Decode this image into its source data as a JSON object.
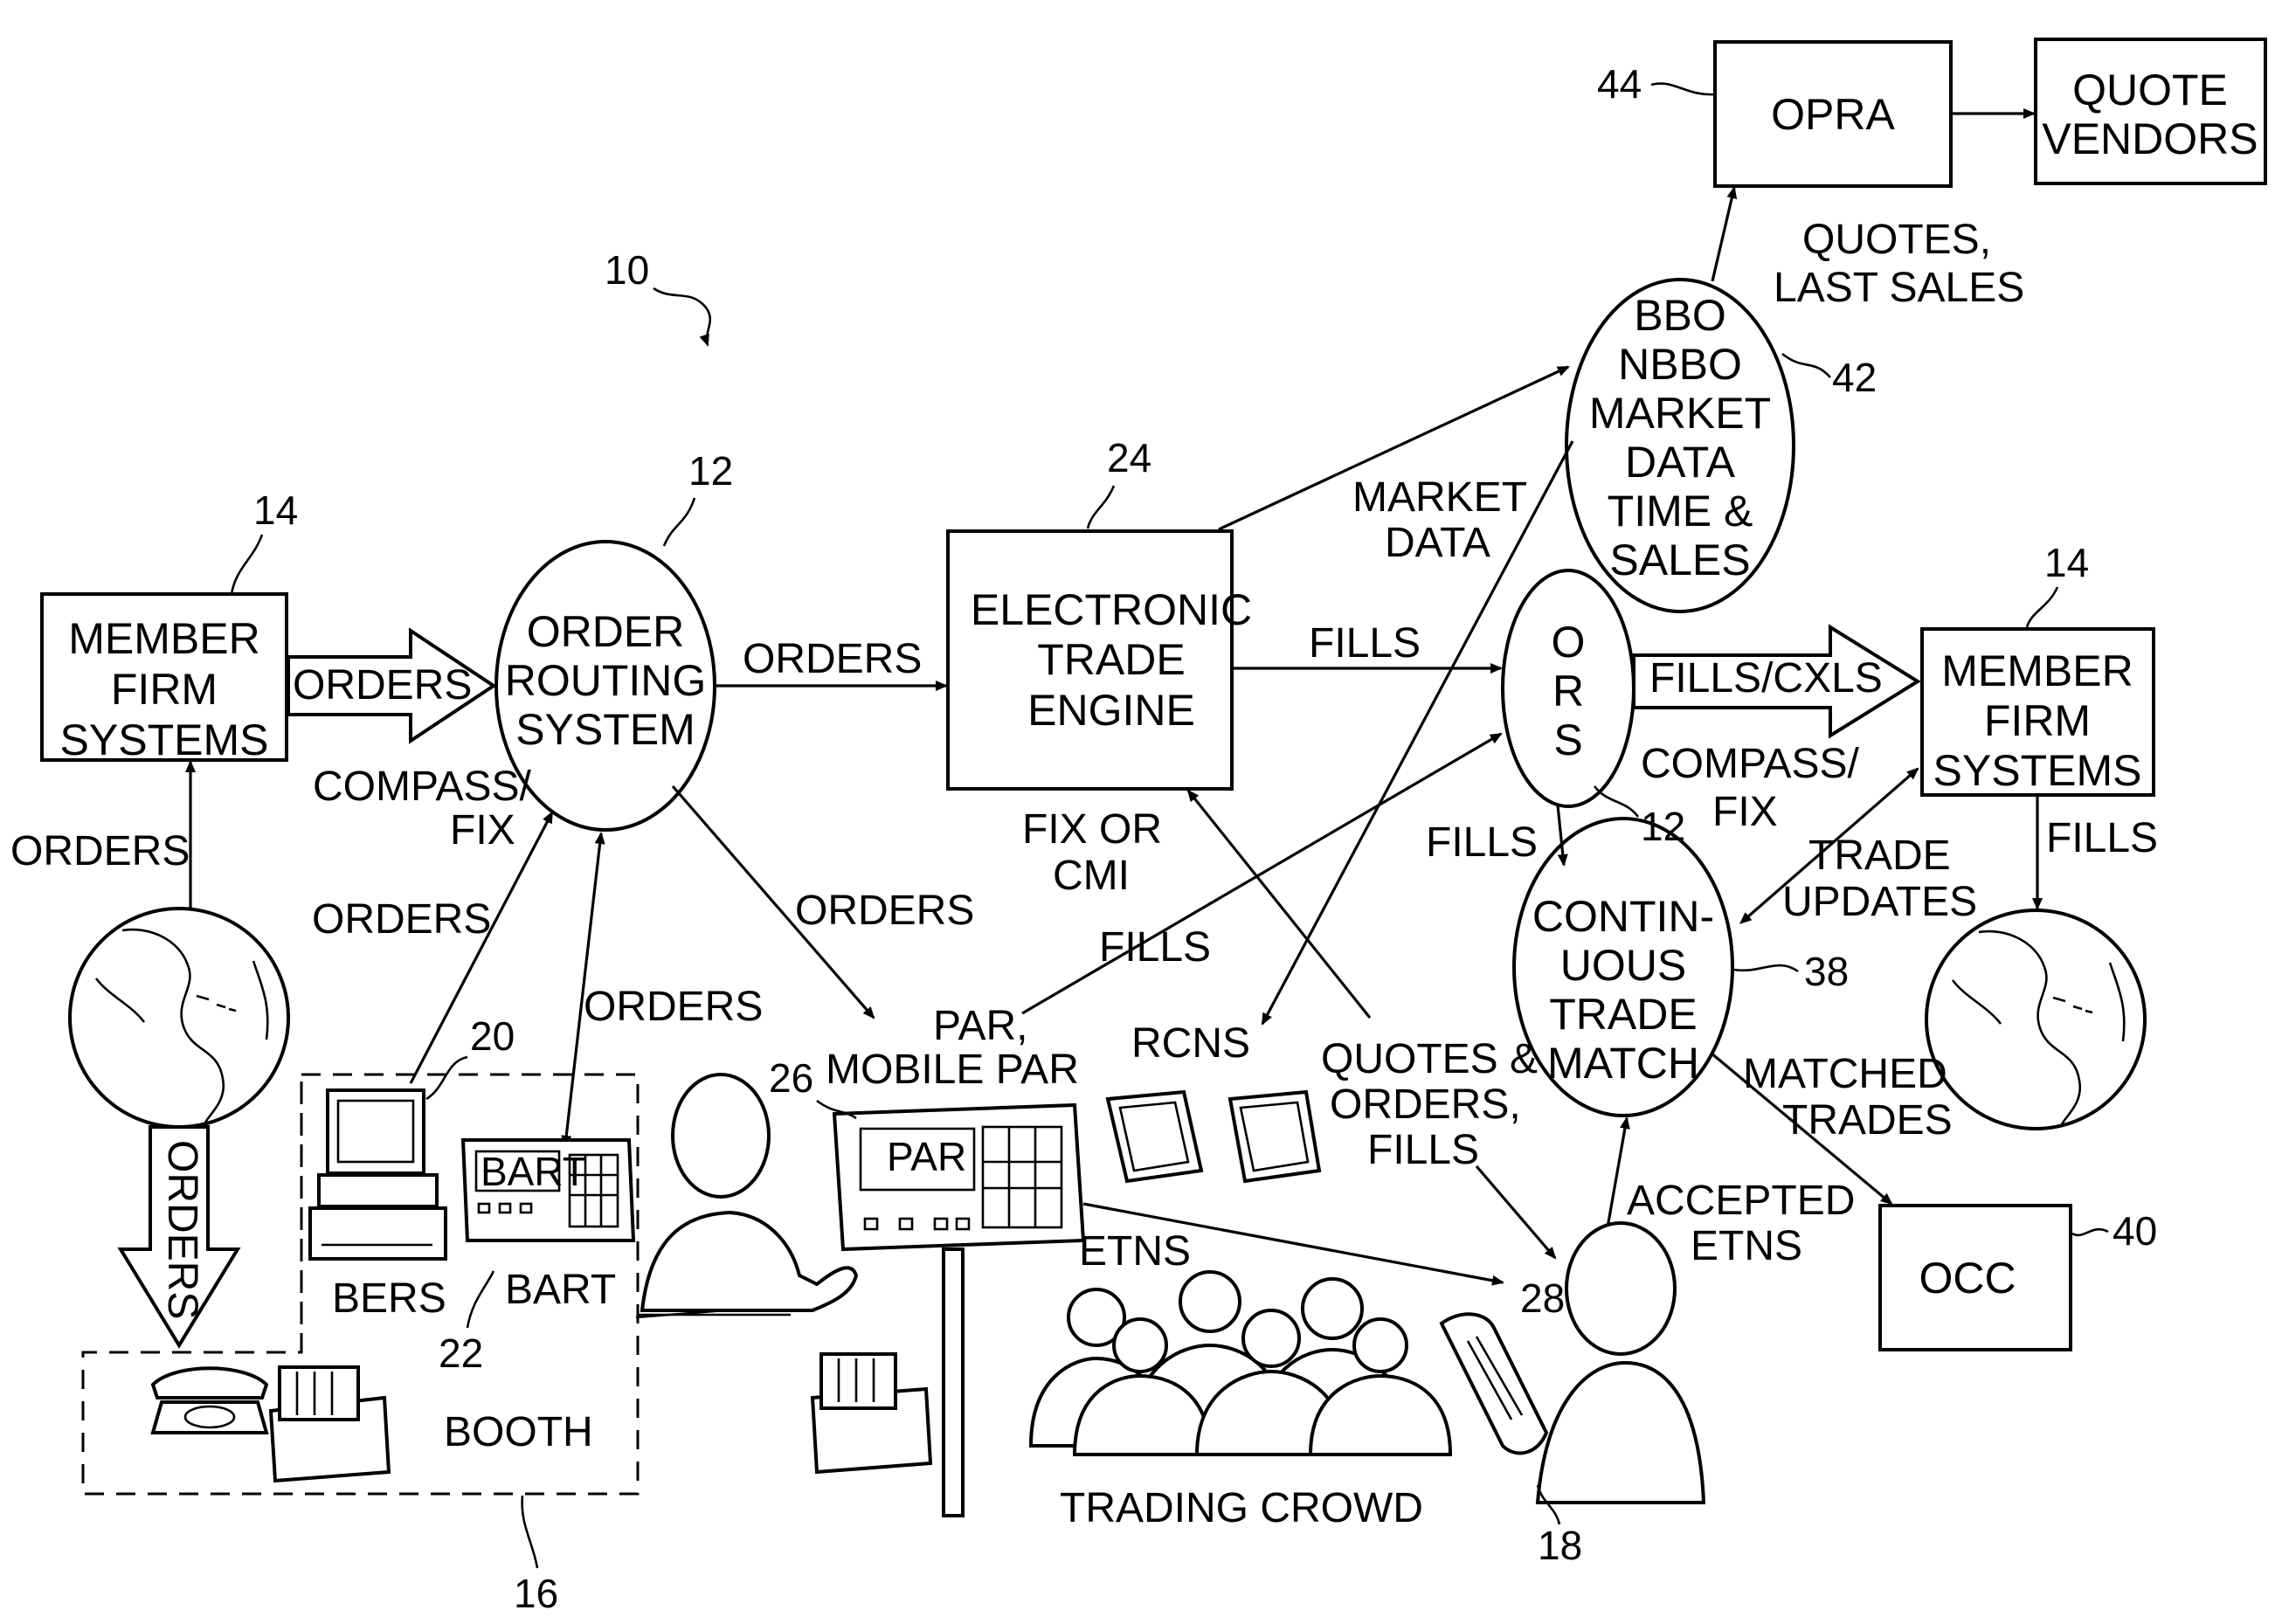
{
  "nodes": {
    "member_left": [
      "MEMBER",
      "FIRM",
      "SYSTEMS"
    ],
    "ors_main": [
      "ORDER",
      "ROUTING",
      "SYSTEM"
    ],
    "ete": [
      "ELECTRONIC",
      "TRADE",
      "ENGINE"
    ],
    "bbo": [
      "BBO",
      "NBBO",
      "MARKET",
      "DATA",
      "TIME &",
      "SALES"
    ],
    "opra": "OPRA",
    "quote_vendors": [
      "QUOTE",
      "VENDORS"
    ],
    "ors_small": [
      "O",
      "R",
      "S"
    ],
    "member_right": [
      "MEMBER",
      "FIRM",
      "SYSTEMS"
    ],
    "ctm": [
      "CONTIN-",
      "UOUS",
      "TRADE",
      "MATCH"
    ],
    "occ": "OCC"
  },
  "edges": {
    "orders_to_ors": "ORDERS",
    "compass_fix_left": [
      "COMPASS/",
      "FIX"
    ],
    "orders_globe_up": "ORDERS",
    "orders_globe_down": "ORDERS",
    "orders_to_ete": "ORDERS",
    "orders_to_par": "ORDERS",
    "orders_bers": "ORDERS",
    "orders_bart": "ORDERS",
    "market_data": [
      "MARKET",
      "DATA"
    ],
    "fills_ete": "FILLS",
    "fix_or_cmi": [
      "FIX OR",
      "CMI"
    ],
    "fills_cxls": "FILLS/CXLS",
    "compass_fix_right": [
      "COMPASS/",
      "FIX"
    ],
    "fills_ors_ctm": "FILLS",
    "fills_right": "FILLS",
    "quotes_last_sales": [
      "QUOTES,",
      "LAST SALES"
    ],
    "fills_par": "FILLS",
    "rcns": "RCNS",
    "quotes_orders_fills": [
      "QUOTES &",
      "ORDERS,",
      "FILLS"
    ],
    "trade_updates": [
      "TRADE",
      "UPDATES"
    ],
    "matched_trades": [
      "MATCHED",
      "TRADES"
    ],
    "accepted_etns": [
      "ACCEPTED",
      "ETNS"
    ],
    "etns": "ETNS",
    "par_mobile_par": [
      "PAR,",
      "MOBILE PAR"
    ]
  },
  "devices": {
    "bers": "BERS",
    "bart": "BART",
    "bart_screen": "BART",
    "par_screen": "PAR",
    "booth": "BOOTH",
    "trading_crowd": "TRADING CROWD"
  },
  "refs": {
    "r10": "10",
    "r12a": "12",
    "r12b": "12",
    "r14a": "14",
    "r14b": "14",
    "r16": "16",
    "r18": "18",
    "r20": "20",
    "r22": "22",
    "r24": "24",
    "r26": "26",
    "r28": "28",
    "r38": "38",
    "r40": "40",
    "r42": "42",
    "r44": "44"
  }
}
